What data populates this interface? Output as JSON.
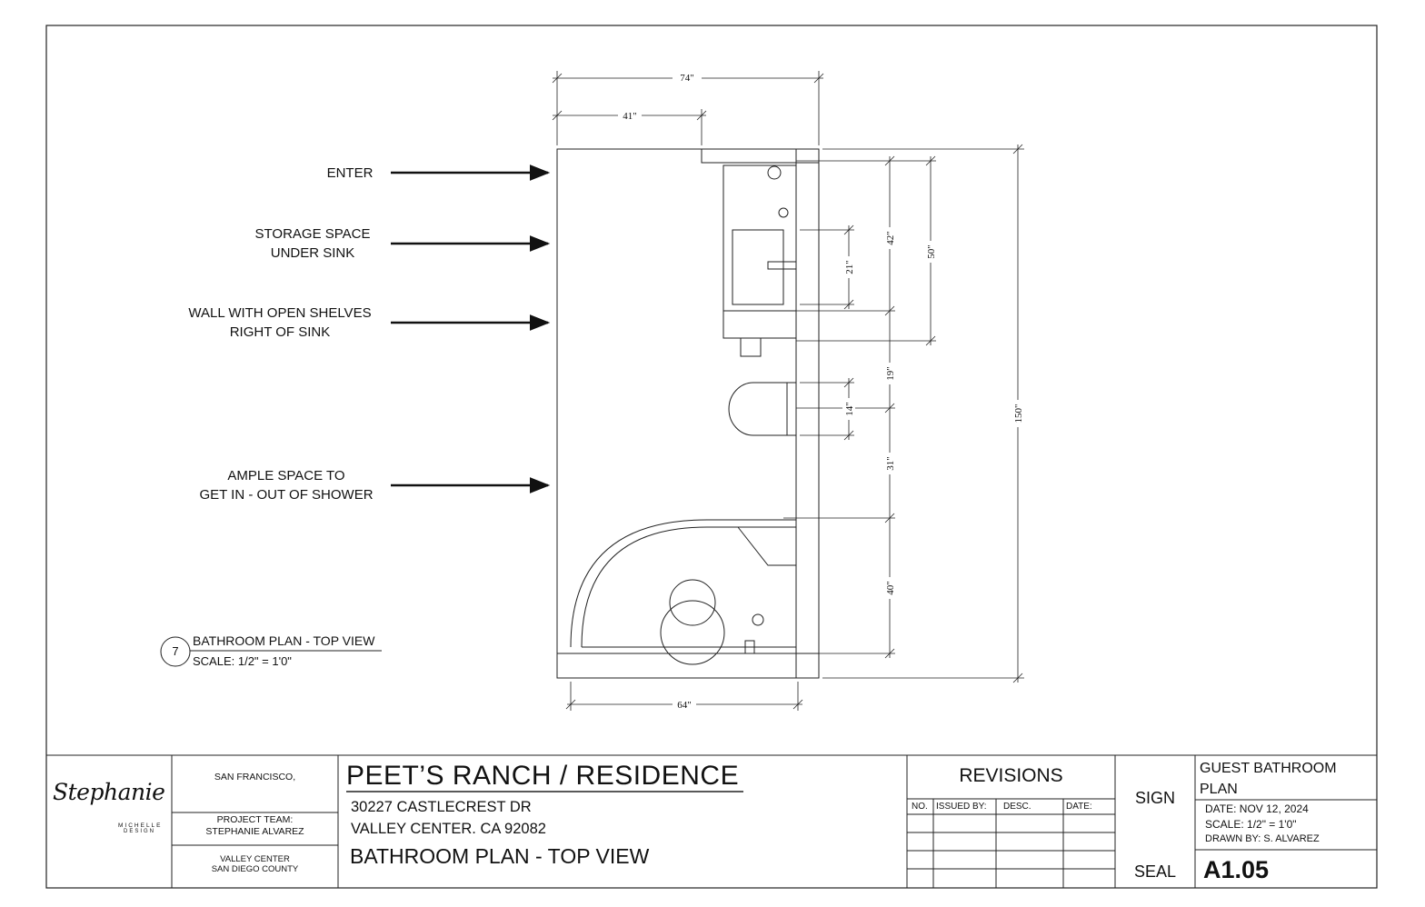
{
  "annotations": {
    "enter": "ENTER",
    "storage_line1": "STORAGE SPACE",
    "storage_line2": "UNDER SINK",
    "wall_line1": "WALL WITH OPEN SHELVES",
    "wall_line2": "RIGHT OF SINK",
    "ample_line1": "AMPLE SPACE TO",
    "ample_line2": "GET IN - OUT OF SHOWER"
  },
  "dimensions": {
    "width_overall": "74\"",
    "width_part": "41\"",
    "width_bottom": "64\"",
    "length_overall": "150\"",
    "d42": "42\"",
    "d50": "50\"",
    "d21": "21\"",
    "d19": "19\"",
    "d14": "14\"",
    "d31": "31\"",
    "d40": "40\""
  },
  "drawing_tag": {
    "number": "7",
    "title": "BATHROOM PLAN - TOP VIEW",
    "scale": "SCALE: 1/2\" = 1'0\""
  },
  "title_block": {
    "logo_script": "Stephanie",
    "logo_sub1": "MICHELLE",
    "logo_sub2": "DESIGN",
    "city": "SAN FRANCISCO,",
    "team_label": "PROJECT TEAM:",
    "team_name": "STEPHANIE ALVAREZ",
    "location1": "VALLEY CENTER",
    "location2": "SAN DIEGO COUNTY",
    "project_name": "PEET’S RANCH / RESIDENCE",
    "address1": "30227 CASTLECREST DR",
    "address2": "VALLEY CENTER. CA 92082",
    "sheet_title": "BATHROOM PLAN - TOP VIEW",
    "revisions_title": "REVISIONS",
    "rev_cols": [
      "NO.",
      "ISSUED BY:",
      "DESC.",
      "DATE:"
    ],
    "sign": "SIGN",
    "seal": "SEAL",
    "drawing_name_line1": "GUEST BATHROOM",
    "drawing_name_line2": "PLAN",
    "date": "DATE: NOV 12, 2024",
    "scale": "SCALE: 1/2\" = 1'0\"",
    "drawn_by": "DRAWN BY: S. ALVAREZ",
    "sheet_number": "A1.05"
  }
}
